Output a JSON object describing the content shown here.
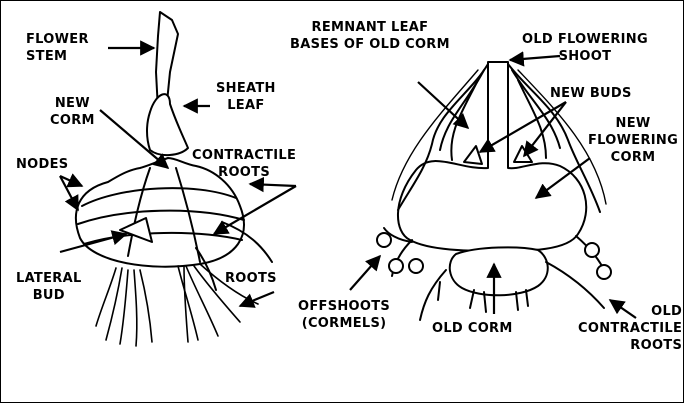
{
  "labels": {
    "flower_stem": "FLOWER\nSTEM",
    "sheath_leaf": "SHEATH\nLEAF",
    "new_corm": "NEW\nCORM",
    "contractile_roots": "CONTRACTILE\nROOTS",
    "nodes": "NODES",
    "lateral_bud": "LATERAL\nBUD",
    "roots": "ROOTS",
    "remnant_leaf_bases": "REMNANT LEAF\nBASES OF OLD CORM",
    "old_flowering_shoot": "OLD FLOWERING\nSHOOT",
    "new_buds": "NEW BUDS",
    "new_flowering_corm": "NEW\nFLOWERING\nCORM",
    "offshoots": "OFFSHOOTS\n(CORMELS)",
    "old_corm": "OLD CORM",
    "old_contractile_roots": "OLD\nCONTRACTILE\nROOTS"
  }
}
